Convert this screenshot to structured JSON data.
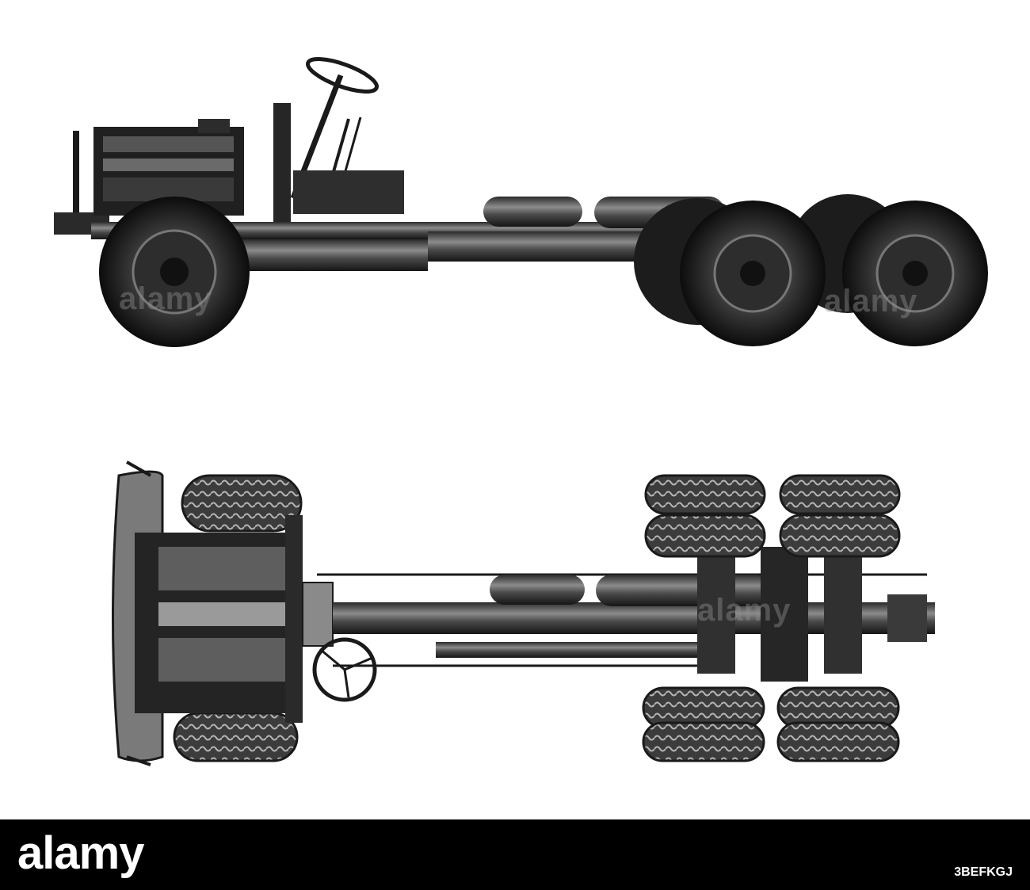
{
  "watermark": {
    "text": "alamy"
  },
  "footer": {
    "brand": "alamy",
    "image_ref": "3BEFKGJ",
    "background": "#000000",
    "text_color": "#ffffff"
  },
  "illustration": {
    "ink": "#1a1a1a",
    "metal": "#5a5a5a",
    "highlight": "#9a9a9a",
    "paper": "#ffffff"
  }
}
